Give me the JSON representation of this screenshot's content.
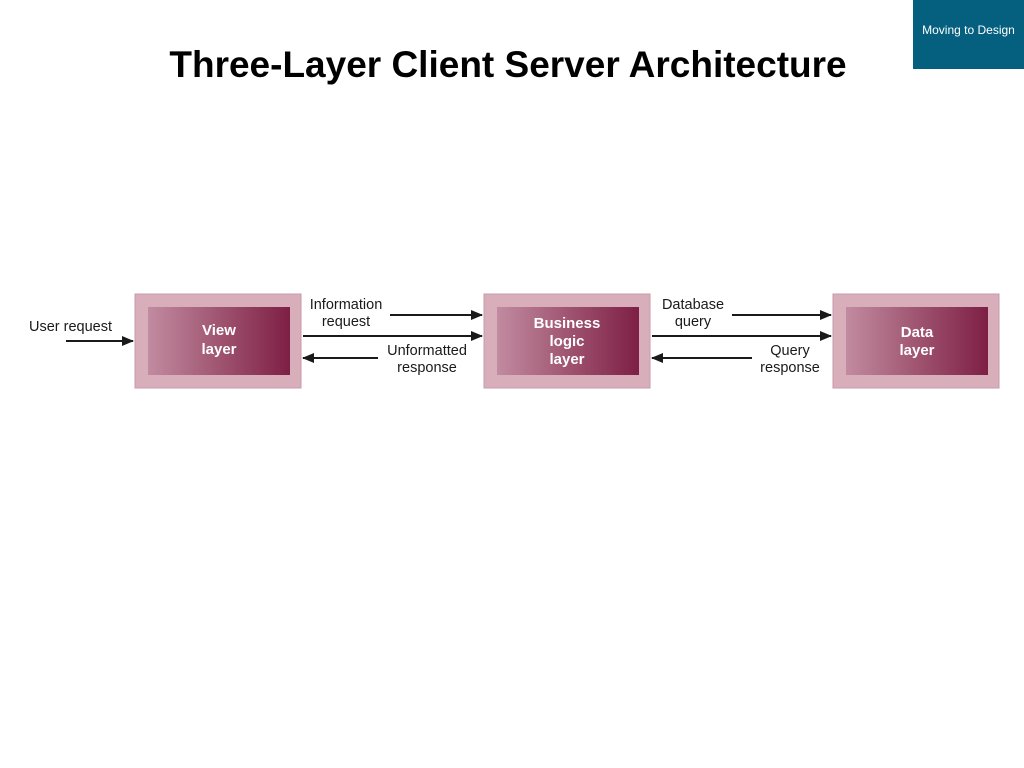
{
  "header": {
    "title": "Three-Layer Client Server Architecture",
    "section_tab": "Moving to Design"
  },
  "diagram": {
    "user_request": "User request",
    "layers": {
      "view": [
        "View",
        "layer"
      ],
      "business": [
        "Business",
        "logic",
        "layer"
      ],
      "data": [
        "Data",
        "layer"
      ]
    },
    "arrows": {
      "info_request": [
        "Information",
        "request"
      ],
      "unformatted_response": [
        "Unformatted",
        "response"
      ],
      "database_query": [
        "Database",
        "query"
      ],
      "query_response": [
        "Query",
        "response"
      ]
    },
    "colors": {
      "box_outer": "#d9aebb",
      "box_inner_dark": "#7e1f45",
      "box_inner_light": "#c18ba0",
      "tab": "#05607f"
    }
  }
}
